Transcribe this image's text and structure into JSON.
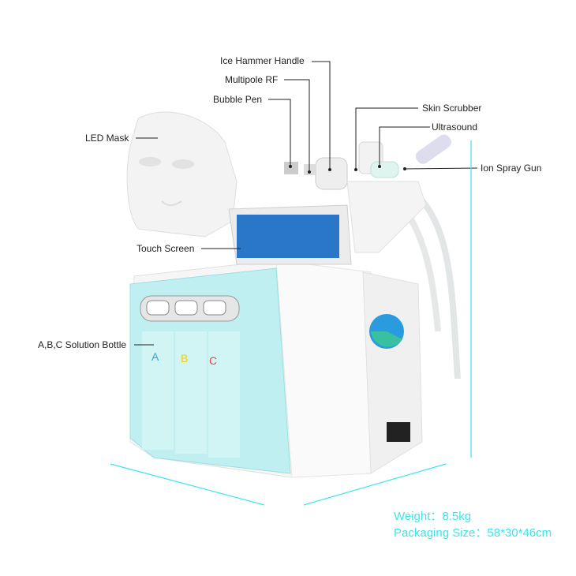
{
  "labels": {
    "ice_hammer": "Ice Hammer Handle",
    "multipole_rf": "Multipole RF",
    "bubble_pen": "Bubble Pen",
    "skin_scrubber": "Skin Scrubber",
    "ultrasound": "Ultrasound",
    "ion_spray": "Ion Spray Gun",
    "led_mask": "LED Mask",
    "touch_screen": "Touch Screen",
    "solution_bottle": "A,B,C Solution Bottle"
  },
  "bottles": [
    "A",
    "B",
    "C"
  ],
  "bottle_colors": [
    "#2fa8e0",
    "#e8d21c",
    "#e84848"
  ],
  "specs": {
    "weight": "Weight：8.5kg",
    "packaging": "Packaging Size：58*30*46cm"
  },
  "colors": {
    "accent": "#3fe3ee",
    "machine_panel": "#bfeff0"
  }
}
